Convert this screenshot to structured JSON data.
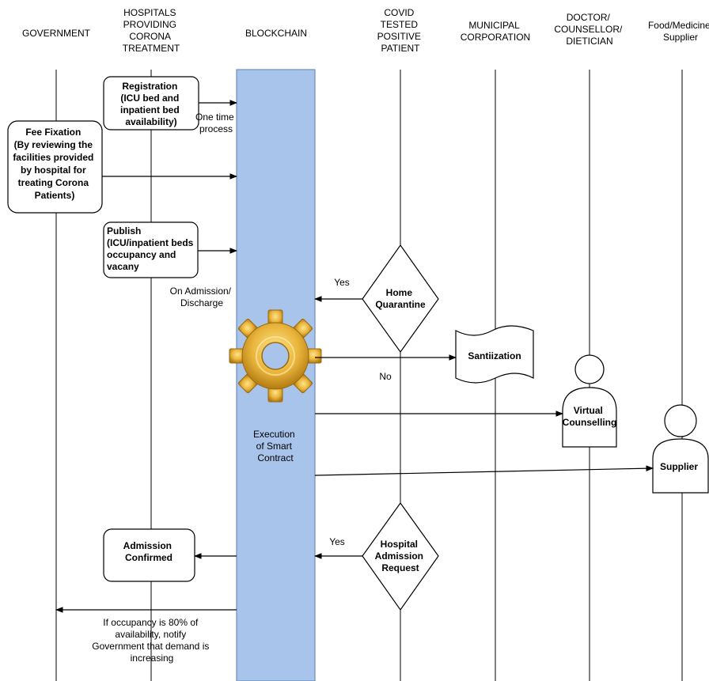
{
  "lanes": {
    "government": [
      "GOVERNMENT"
    ],
    "hospitals": [
      "HOSPITALS",
      "PROVIDING",
      "CORONA",
      "TREATMENT"
    ],
    "blockchain": [
      "BLOCKCHAIN"
    ],
    "patient": [
      "COVID",
      "TESTED",
      "POSITIVE",
      "PATIENT"
    ],
    "municipal": [
      "MUNICIPAL",
      "CORPORATION"
    ],
    "doctor": [
      "DOCTOR/",
      "COUNSELLOR/",
      "DIETICIAN"
    ],
    "supplier": [
      "Food/Medicine",
      "Supplier"
    ]
  },
  "nodes": {
    "registration": [
      "Registration",
      "(ICU bed and",
      "inpatient bed",
      "availability)"
    ],
    "fee_fixation": [
      "Fee Fixation",
      "(By reviewing the",
      "facilities provided",
      "by hospital for",
      "treating Corona",
      "Patients)"
    ],
    "publish": [
      "Publish",
      "(ICU/inpatient beds",
      "occupancy and",
      "vacany"
    ],
    "home_quarantine": [
      "Home",
      "Quarantine"
    ],
    "sanitization": [
      "Santiization"
    ],
    "virtual_counselling": [
      "Virtual",
      "Counselling"
    ],
    "supplier_actor": [
      "Supplier"
    ],
    "contract": [
      "Execution",
      "of Smart",
      "Contract"
    ],
    "hospital_admission": [
      "Hospital",
      "Admission",
      "Request"
    ],
    "admission_confirmed": [
      "Admission",
      "Confirmed"
    ]
  },
  "edge_labels": {
    "one_time": [
      "One time",
      "process"
    ],
    "on_admission": [
      "On Admission/",
      "Discharge"
    ],
    "yes_home": "Yes",
    "no": "No",
    "yes_hospital": "Yes",
    "notify": [
      "If occupancy is 80% of",
      "availability, notify",
      "Government that demand is",
      "increasing"
    ]
  },
  "colors": {
    "blockchain_fill": "#A9C4EB",
    "blockchain_stroke": "#6C8EBF",
    "gear": "#E8B33A"
  },
  "icons": [
    "gear-icon",
    "person-icon"
  ]
}
